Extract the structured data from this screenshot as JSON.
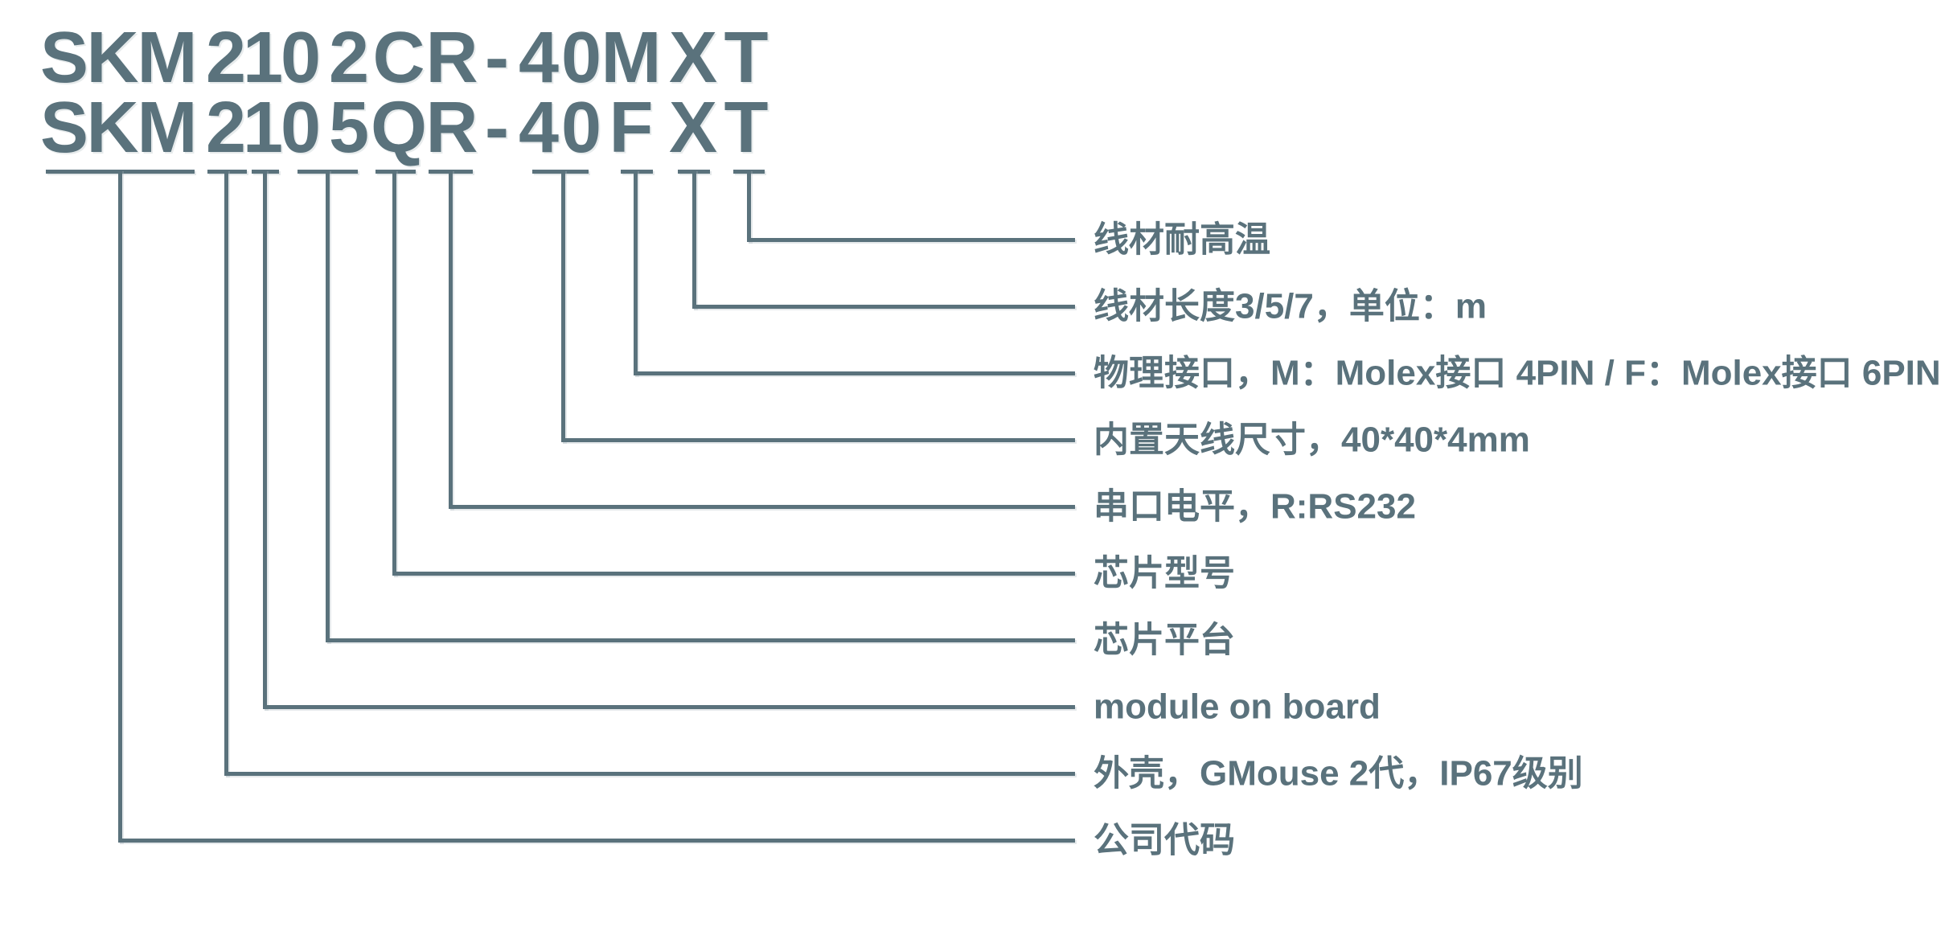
{
  "page": {
    "background": "#ffffff",
    "ink_color": "#5a727c",
    "model_numbers": [
      "SKM2102CR-40MXT",
      "SKM2105QR-40FXT"
    ]
  },
  "rows": [
    {
      "chars": [
        "S",
        "K",
        "M",
        "2",
        "1",
        "0",
        "2",
        "C",
        "R",
        "-",
        "4",
        "0",
        "M",
        "X",
        "T"
      ]
    },
    {
      "chars": [
        "S",
        "K",
        "M",
        "2",
        "1",
        "0",
        "5",
        "Q",
        "R",
        "-",
        "4",
        "0",
        "F",
        "X",
        "T"
      ]
    }
  ],
  "legend": [
    {
      "code": "skm",
      "chars_above": "SKM",
      "label": "公司代码"
    },
    {
      "code": "2",
      "chars_above": "2",
      "label": "外壳，GMouse 2代，IP67级别"
    },
    {
      "code": "1",
      "chars_above": "1",
      "label": "module on board"
    },
    {
      "code": "05",
      "chars_above": "05",
      "label": "芯片平台"
    },
    {
      "code": "q",
      "chars_above": "C/Q",
      "label": "芯片型号"
    },
    {
      "code": "r",
      "chars_above": "R",
      "label": "串口电平，R:RS232"
    },
    {
      "code": "40",
      "chars_above": "40",
      "label": "内置天线尺寸，40*40*4mm"
    },
    {
      "code": "f",
      "chars_above": "M/F",
      "label": "物理接口，M：Molex接口 4PIN / F：Molex接口 6PIN"
    },
    {
      "code": "x",
      "chars_above": "X",
      "label": "线材长度3/5/7，单位：m"
    },
    {
      "code": "t",
      "chars_above": "T",
      "label": "线材耐高温"
    }
  ]
}
